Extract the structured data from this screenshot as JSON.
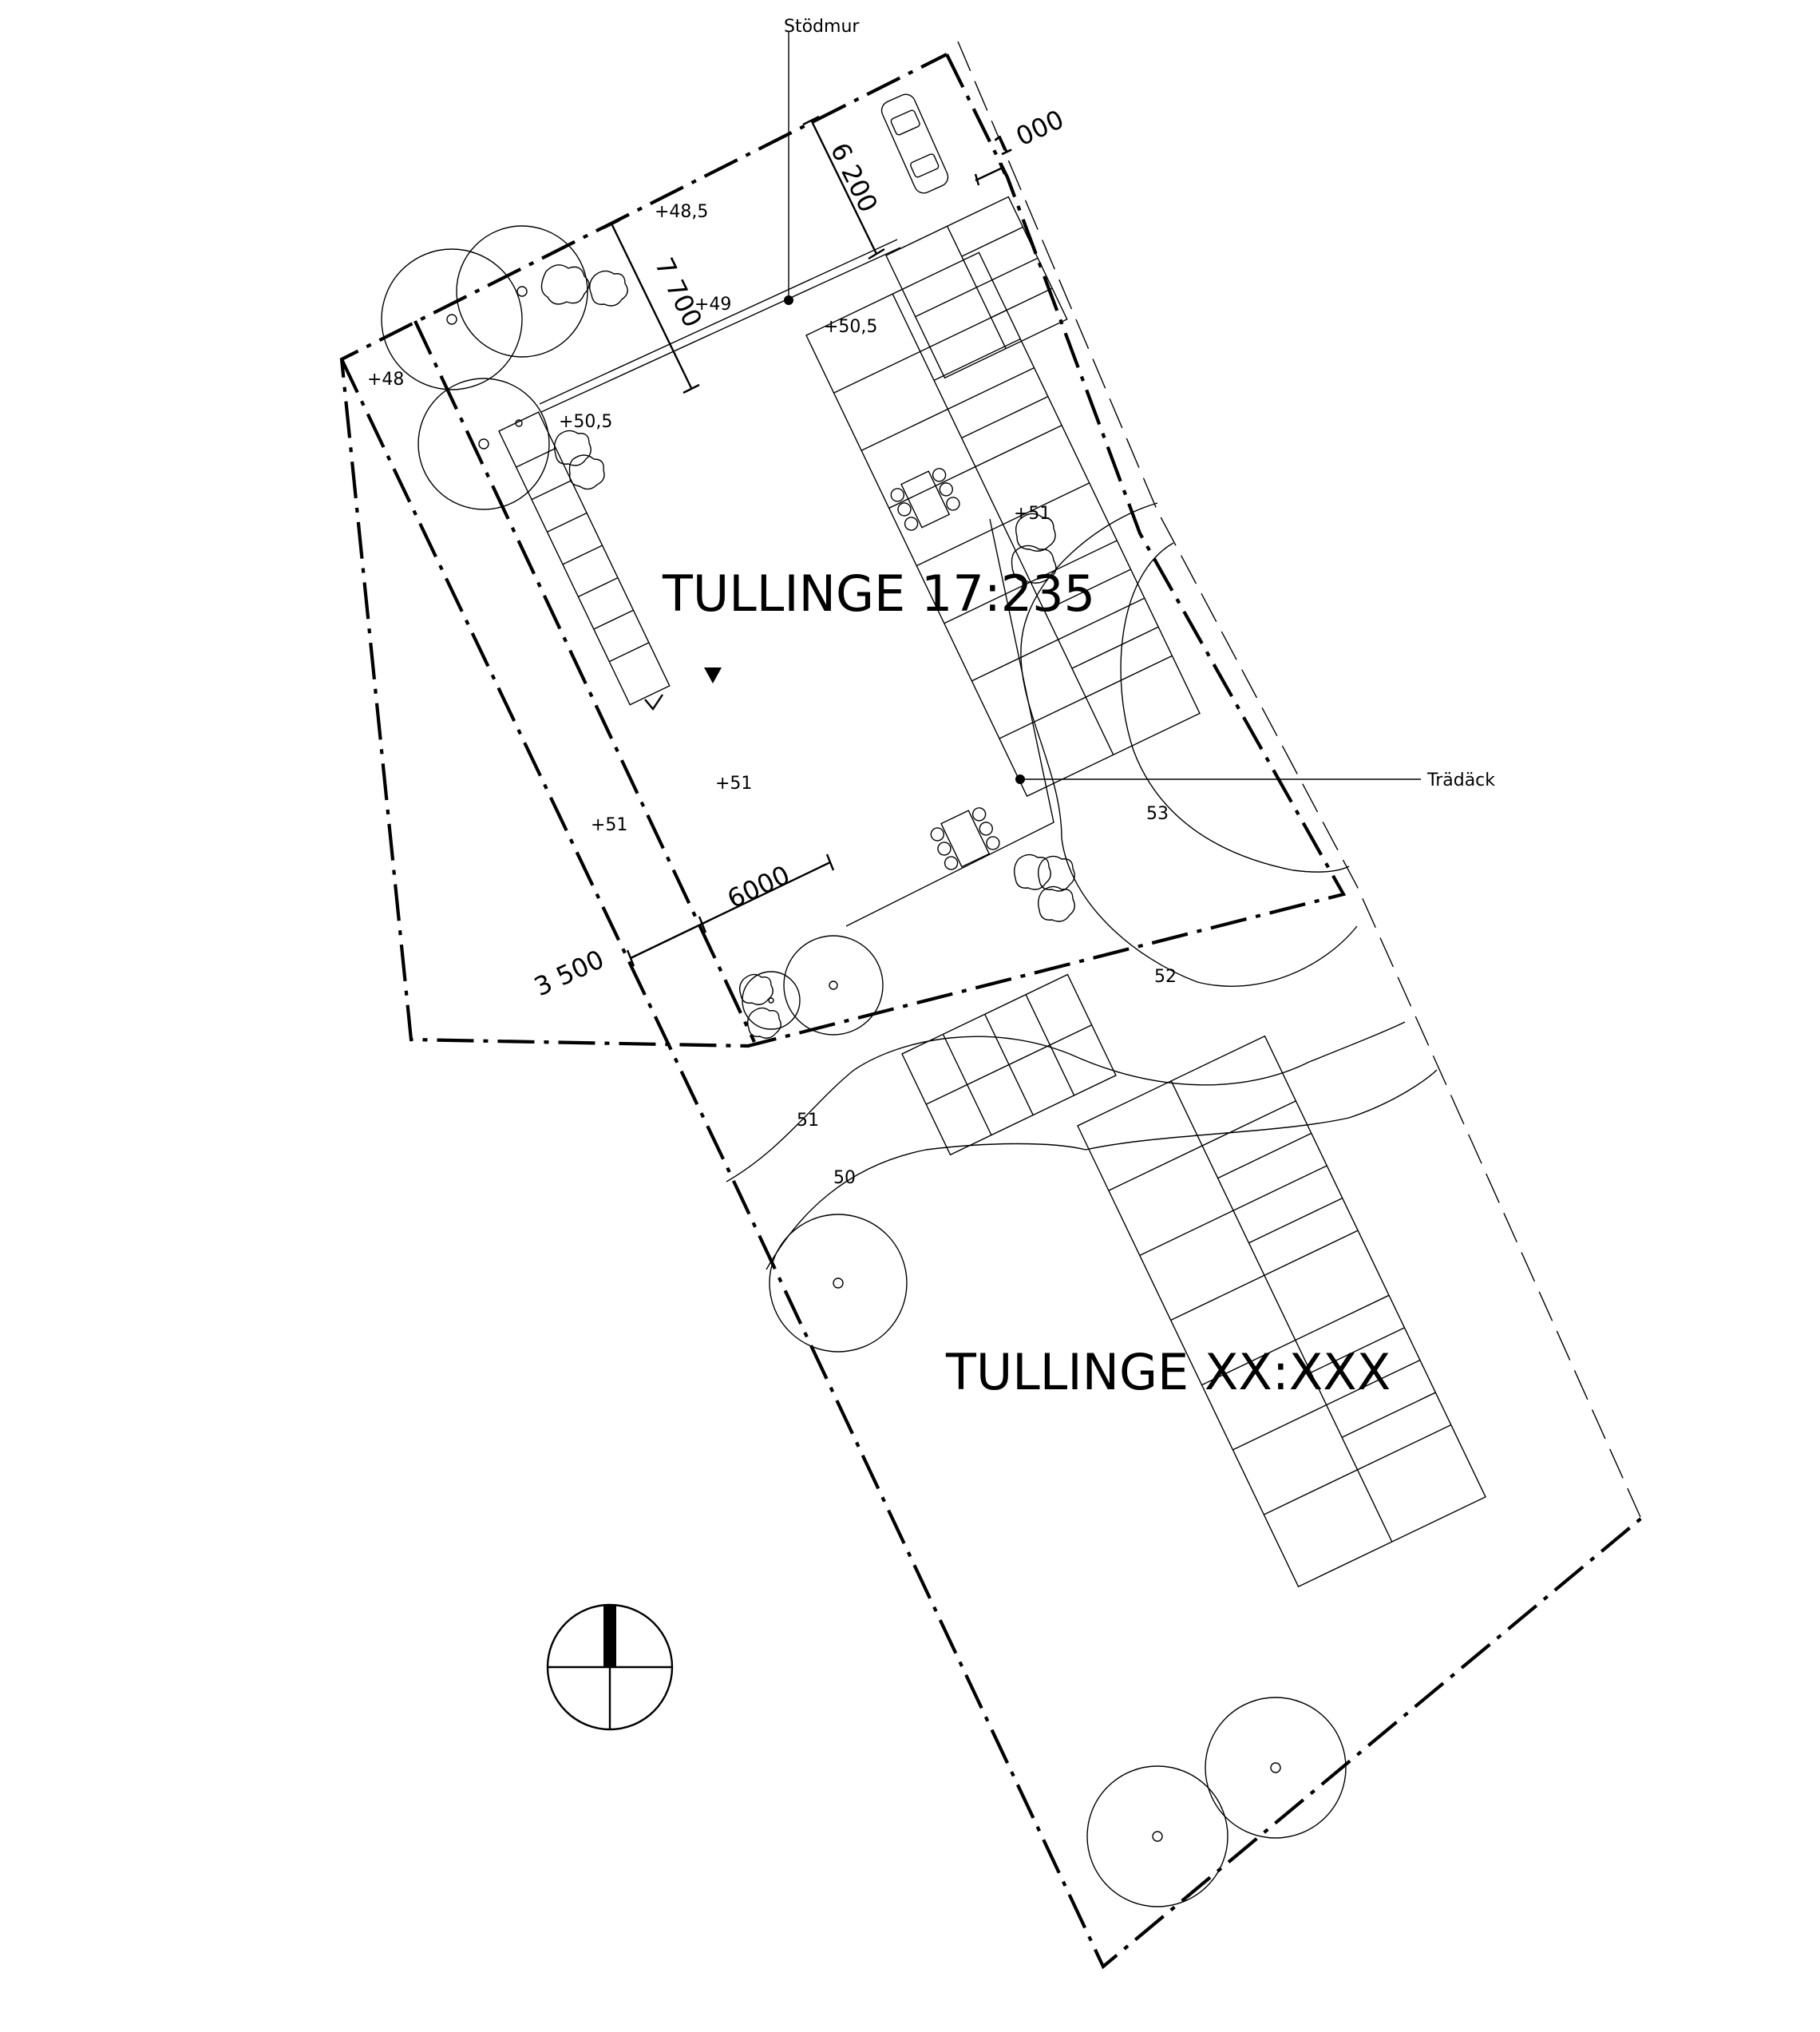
{
  "plan": {
    "property_main": "TULLINGE 17:235",
    "property_other": "TULLINGE XX:XXX",
    "callout_wall": "Stödmur",
    "callout_deck": "Trädäck",
    "dimensions": {
      "d6200": "6 200",
      "d1000": "1 000",
      "d7700": "7 700",
      "d6000": "6000",
      "d3500": "3 500"
    },
    "levels": {
      "l485": "+48,5",
      "l49": "+49",
      "l505a": "+50,5",
      "l48": "+48",
      "l505b": "+50,5",
      "l51a": "+51",
      "l51b": "+51",
      "l51c": "+51"
    },
    "contours": {
      "c53": "53",
      "c52": "52",
      "c51": "51",
      "c50": "50"
    }
  }
}
